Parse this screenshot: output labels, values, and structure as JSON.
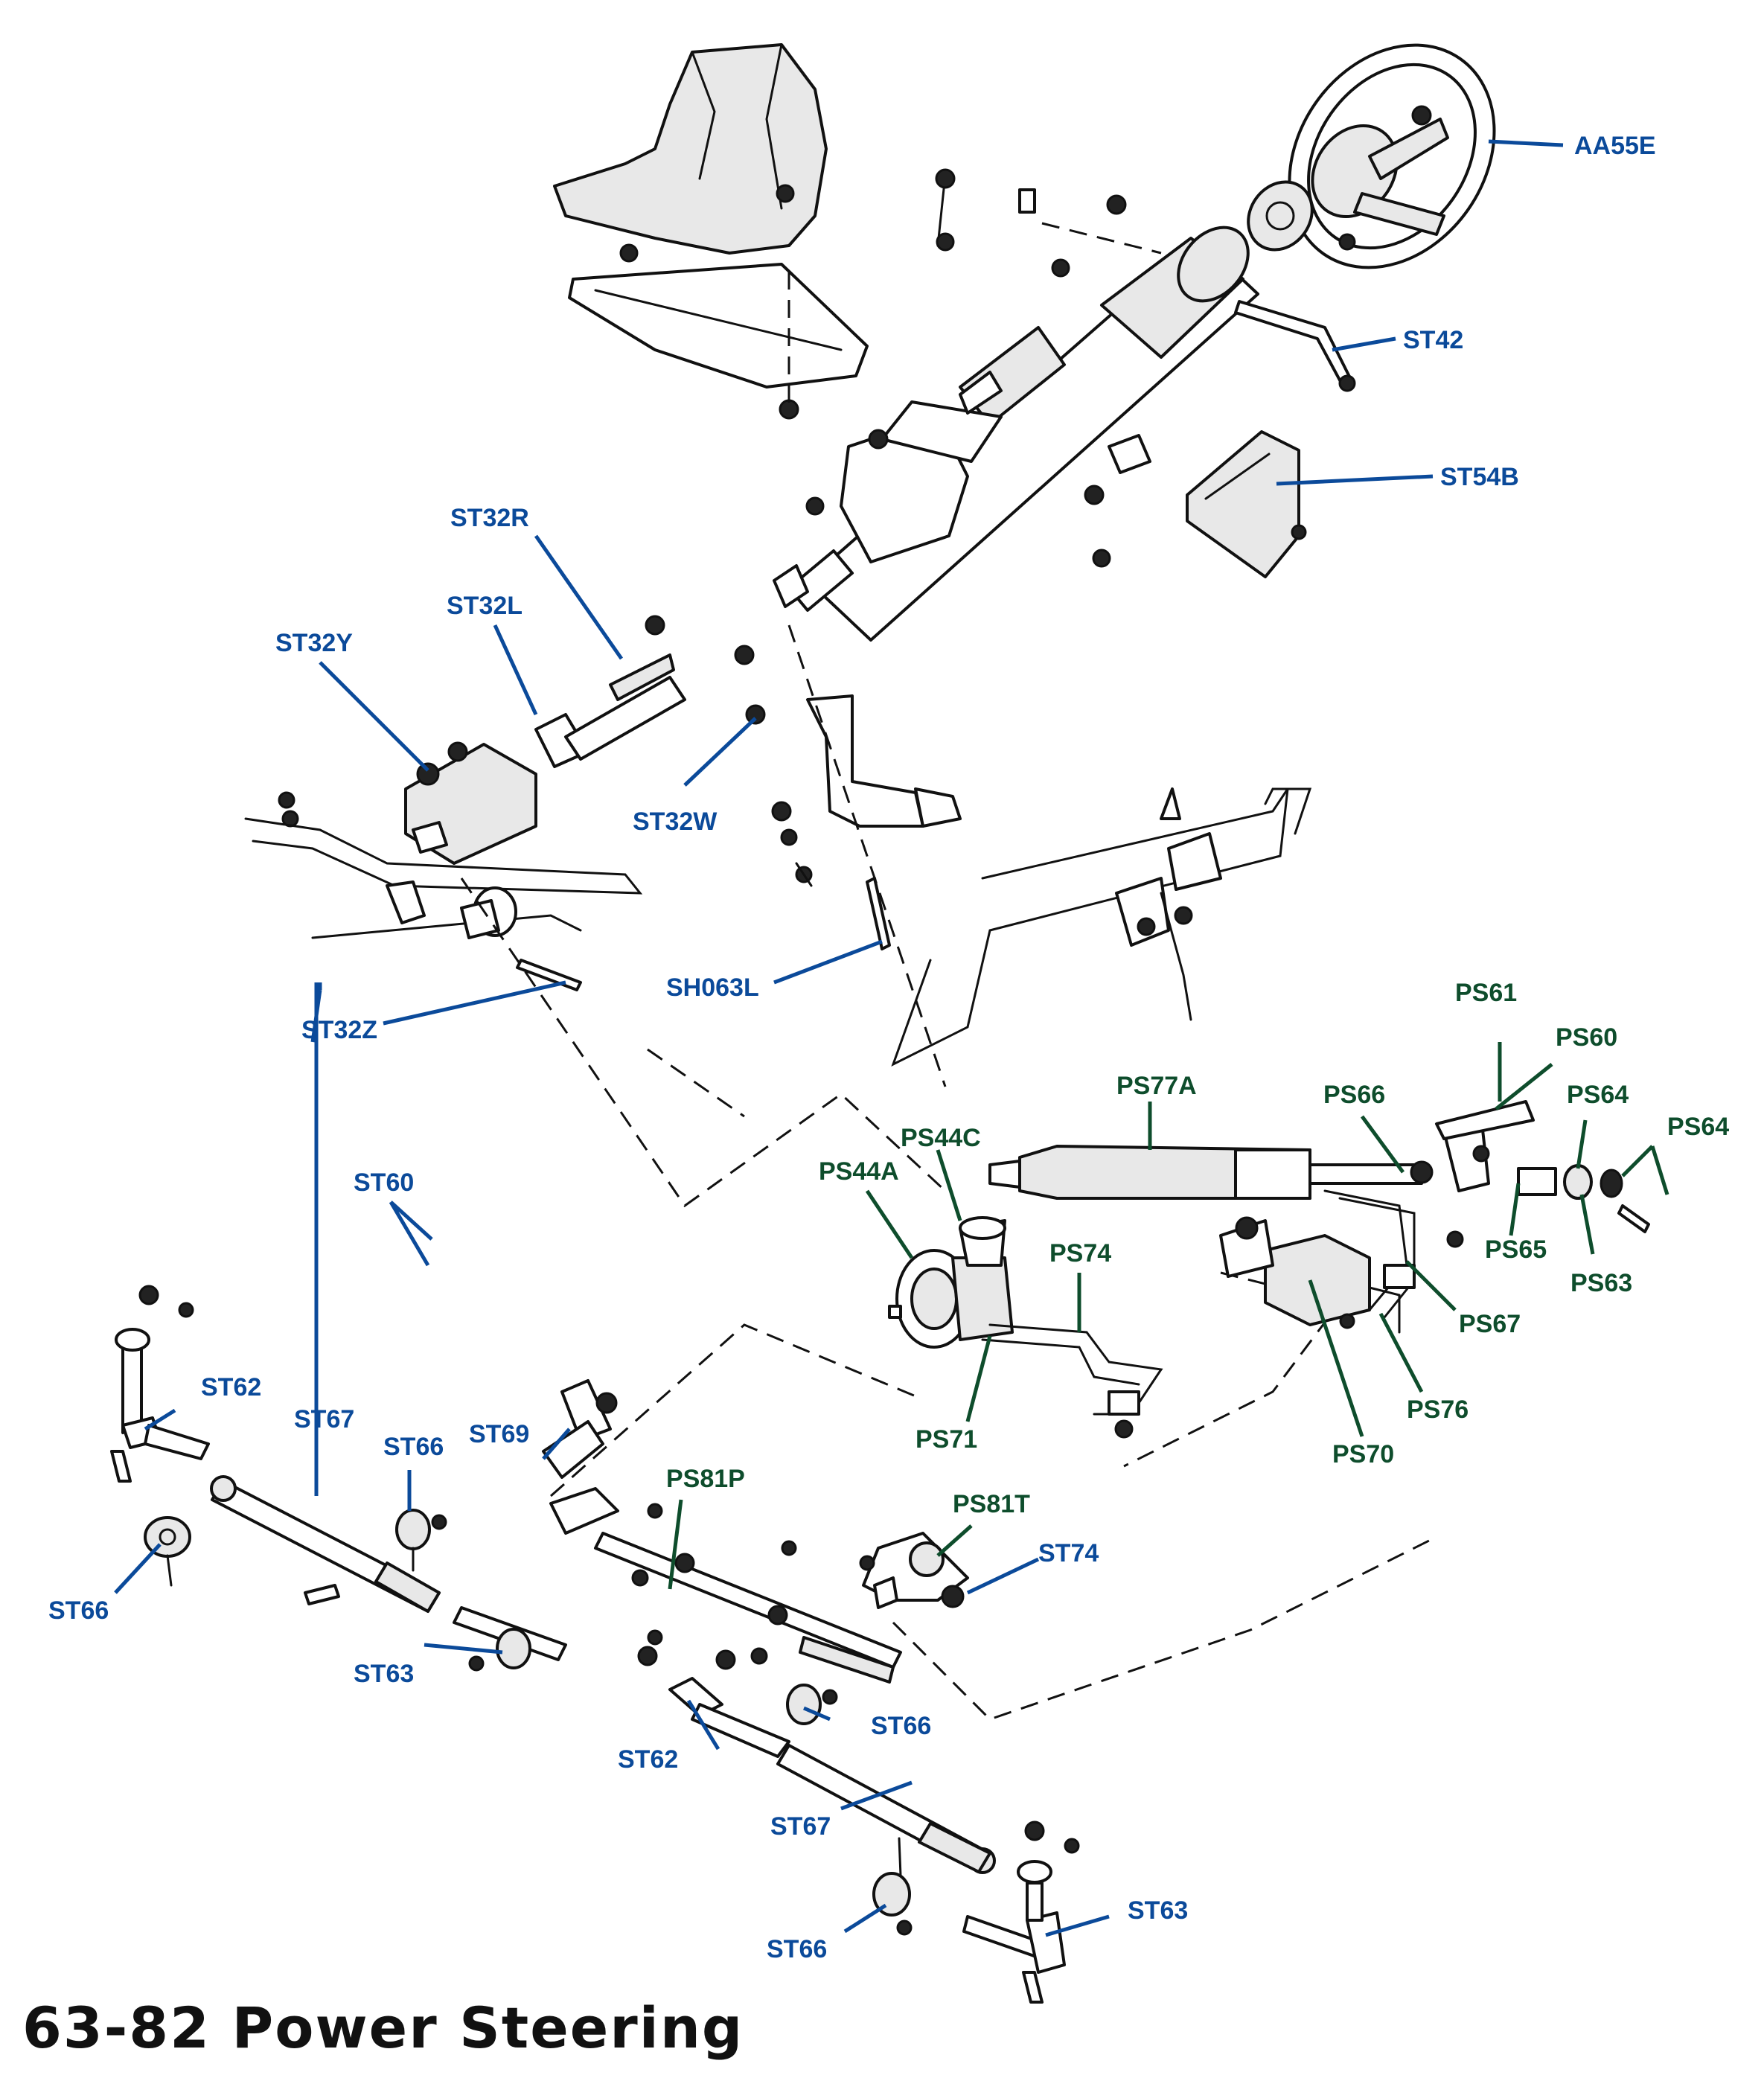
{
  "title": "63-82 Power Steering",
  "colors": {
    "steering_label": "#0b4a9a",
    "power_label": "#0e4d2c",
    "line_art": "#111111",
    "background": "#ffffff"
  },
  "labels": [
    {
      "id": "AA55E",
      "group": "steering"
    },
    {
      "id": "ST42",
      "group": "steering"
    },
    {
      "id": "ST54B",
      "group": "steering"
    },
    {
      "id": "ST32R",
      "group": "steering"
    },
    {
      "id": "ST32L",
      "group": "steering"
    },
    {
      "id": "ST32Y",
      "group": "steering"
    },
    {
      "id": "ST32W",
      "group": "steering"
    },
    {
      "id": "SH063L",
      "group": "steering"
    },
    {
      "id": "ST32Z",
      "group": "steering"
    },
    {
      "id": "PS61",
      "group": "power"
    },
    {
      "id": "PS60",
      "group": "power"
    },
    {
      "id": "PS77A",
      "group": "power"
    },
    {
      "id": "PS66",
      "group": "power"
    },
    {
      "id": "PS64",
      "group": "power"
    },
    {
      "id": "PS64",
      "group": "power"
    },
    {
      "id": "PS44C",
      "group": "power"
    },
    {
      "id": "PS44A",
      "group": "power"
    },
    {
      "id": "PS65",
      "group": "power"
    },
    {
      "id": "PS63",
      "group": "power"
    },
    {
      "id": "PS74",
      "group": "power"
    },
    {
      "id": "PS67",
      "group": "power"
    },
    {
      "id": "PS76",
      "group": "power"
    },
    {
      "id": "PS71",
      "group": "power"
    },
    {
      "id": "PS70",
      "group": "power"
    },
    {
      "id": "ST60",
      "group": "steering"
    },
    {
      "id": "ST62",
      "group": "steering"
    },
    {
      "id": "ST67",
      "group": "steering"
    },
    {
      "id": "ST66",
      "group": "steering"
    },
    {
      "id": "ST69",
      "group": "steering"
    },
    {
      "id": "PS81P",
      "group": "power"
    },
    {
      "id": "PS81T",
      "group": "power"
    },
    {
      "id": "ST74",
      "group": "steering"
    },
    {
      "id": "ST66",
      "group": "steering"
    },
    {
      "id": "ST63",
      "group": "steering"
    },
    {
      "id": "ST66",
      "group": "steering"
    },
    {
      "id": "ST62",
      "group": "steering"
    },
    {
      "id": "ST67",
      "group": "steering"
    },
    {
      "id": "ST66",
      "group": "steering"
    },
    {
      "id": "ST63",
      "group": "steering"
    }
  ]
}
